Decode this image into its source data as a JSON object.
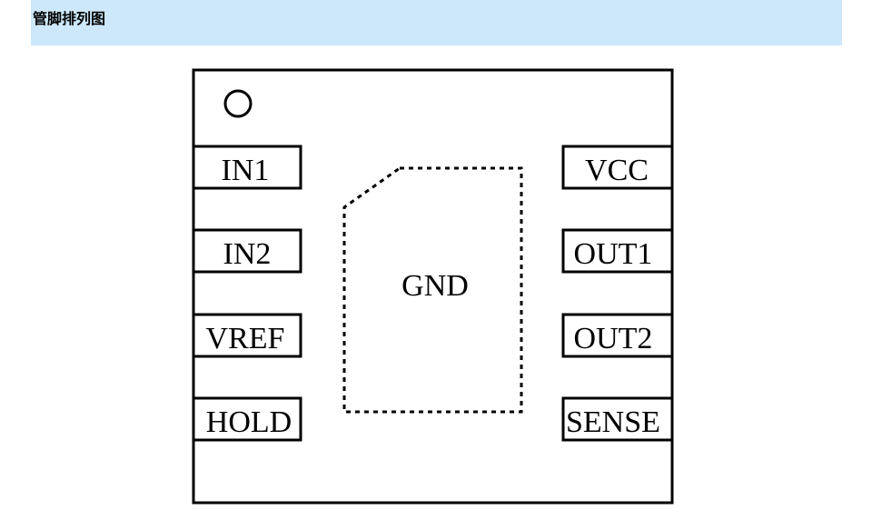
{
  "header": {
    "title": "管脚排列图",
    "background_color": "#cce8fa"
  },
  "package": {
    "pin1_marker_icon": "circle-outline",
    "left_pins": [
      "IN1",
      "IN2",
      "VREF",
      "HOLD"
    ],
    "right_pins": [
      "VCC",
      "OUT1",
      "OUT2",
      "SENSE"
    ],
    "center_pad_label": "GND"
  }
}
